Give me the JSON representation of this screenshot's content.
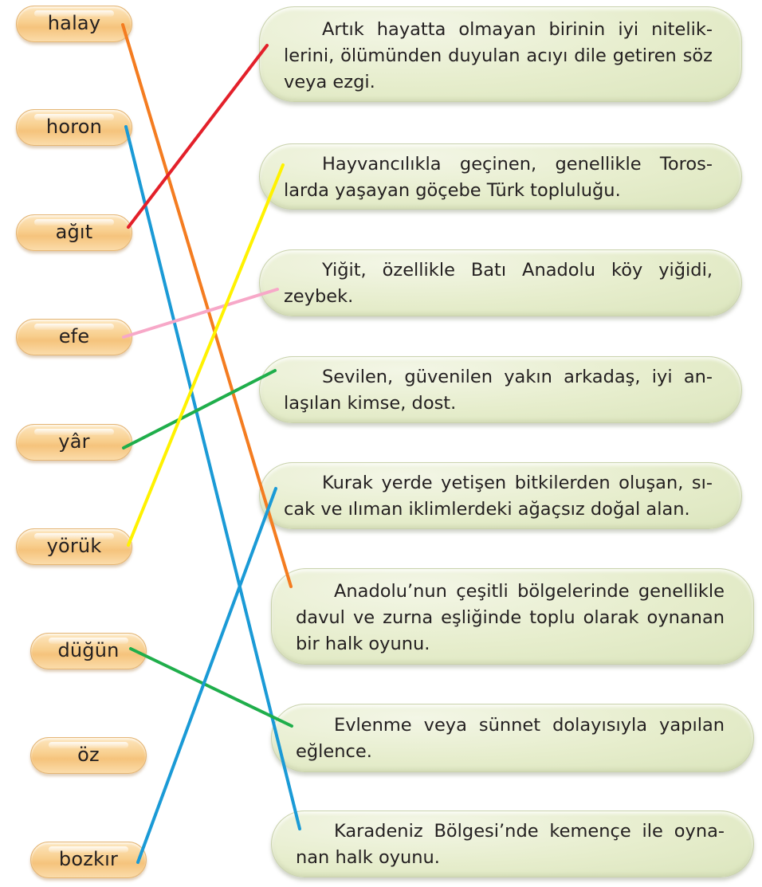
{
  "terms": [
    {
      "label": "halay"
    },
    {
      "label": "horon"
    },
    {
      "label": "ağıt"
    },
    {
      "label": "efe"
    },
    {
      "label": "yâr"
    },
    {
      "label": "yörük"
    },
    {
      "label": "düğün"
    },
    {
      "label": "öz"
    },
    {
      "label": "bozkır"
    }
  ],
  "definitions": [
    {
      "text": "Artık hayatta olmayan birinin iyi nitelik­lerini, ölümünden duyulan acıyı dile getiren söz veya ezgi."
    },
    {
      "text": "Hayvancılıkla geçinen, genellikle Toros­larda yaşayan göçebe Türk topluluğu."
    },
    {
      "text": "Yiğit, özellikle Batı Anadolu köy yiğidi, zeybek."
    },
    {
      "text": "Sevilen, güvenilen yakın arkadaş, iyi an­laşılan kimse, dost."
    },
    {
      "text": "Kurak yerde yetişen bitkilerden oluşan, sı­cak ve ılıman iklimlerdeki ağaçsız doğal alan."
    },
    {
      "text": "Anadolu’nun çeşitli bölgelerinde genel­likle davul ve zurna eşliğinde toplu olarak oynanan bir halk oyunu."
    },
    {
      "text": "Evlenme veya sünnet dolayısıyla yapılan eğlence."
    },
    {
      "text": "Karadeniz Bölgesi’nde kemençe ile oyna­nan halk oyunu."
    }
  ],
  "connections": [
    {
      "term": "halay",
      "definition_index": 5,
      "color": "#f47c20"
    },
    {
      "term": "horon",
      "definition_index": 7,
      "color": "#1a9ad6"
    },
    {
      "term": "ağıt",
      "definition_index": 0,
      "color": "#e3202a"
    },
    {
      "term": "efe",
      "definition_index": 2,
      "color": "#f7a8c8"
    },
    {
      "term": "yâr",
      "definition_index": 3,
      "color": "#1fae4b"
    },
    {
      "term": "yörük",
      "definition_index": 1,
      "color": "#fff200"
    },
    {
      "term": "düğün",
      "definition_index": 6,
      "color": "#1fae4b"
    },
    {
      "term": "öz",
      "definition_index": null,
      "color": null
    },
    {
      "term": "bozkır",
      "definition_index": 4,
      "color": "#1a9ad6"
    }
  ]
}
